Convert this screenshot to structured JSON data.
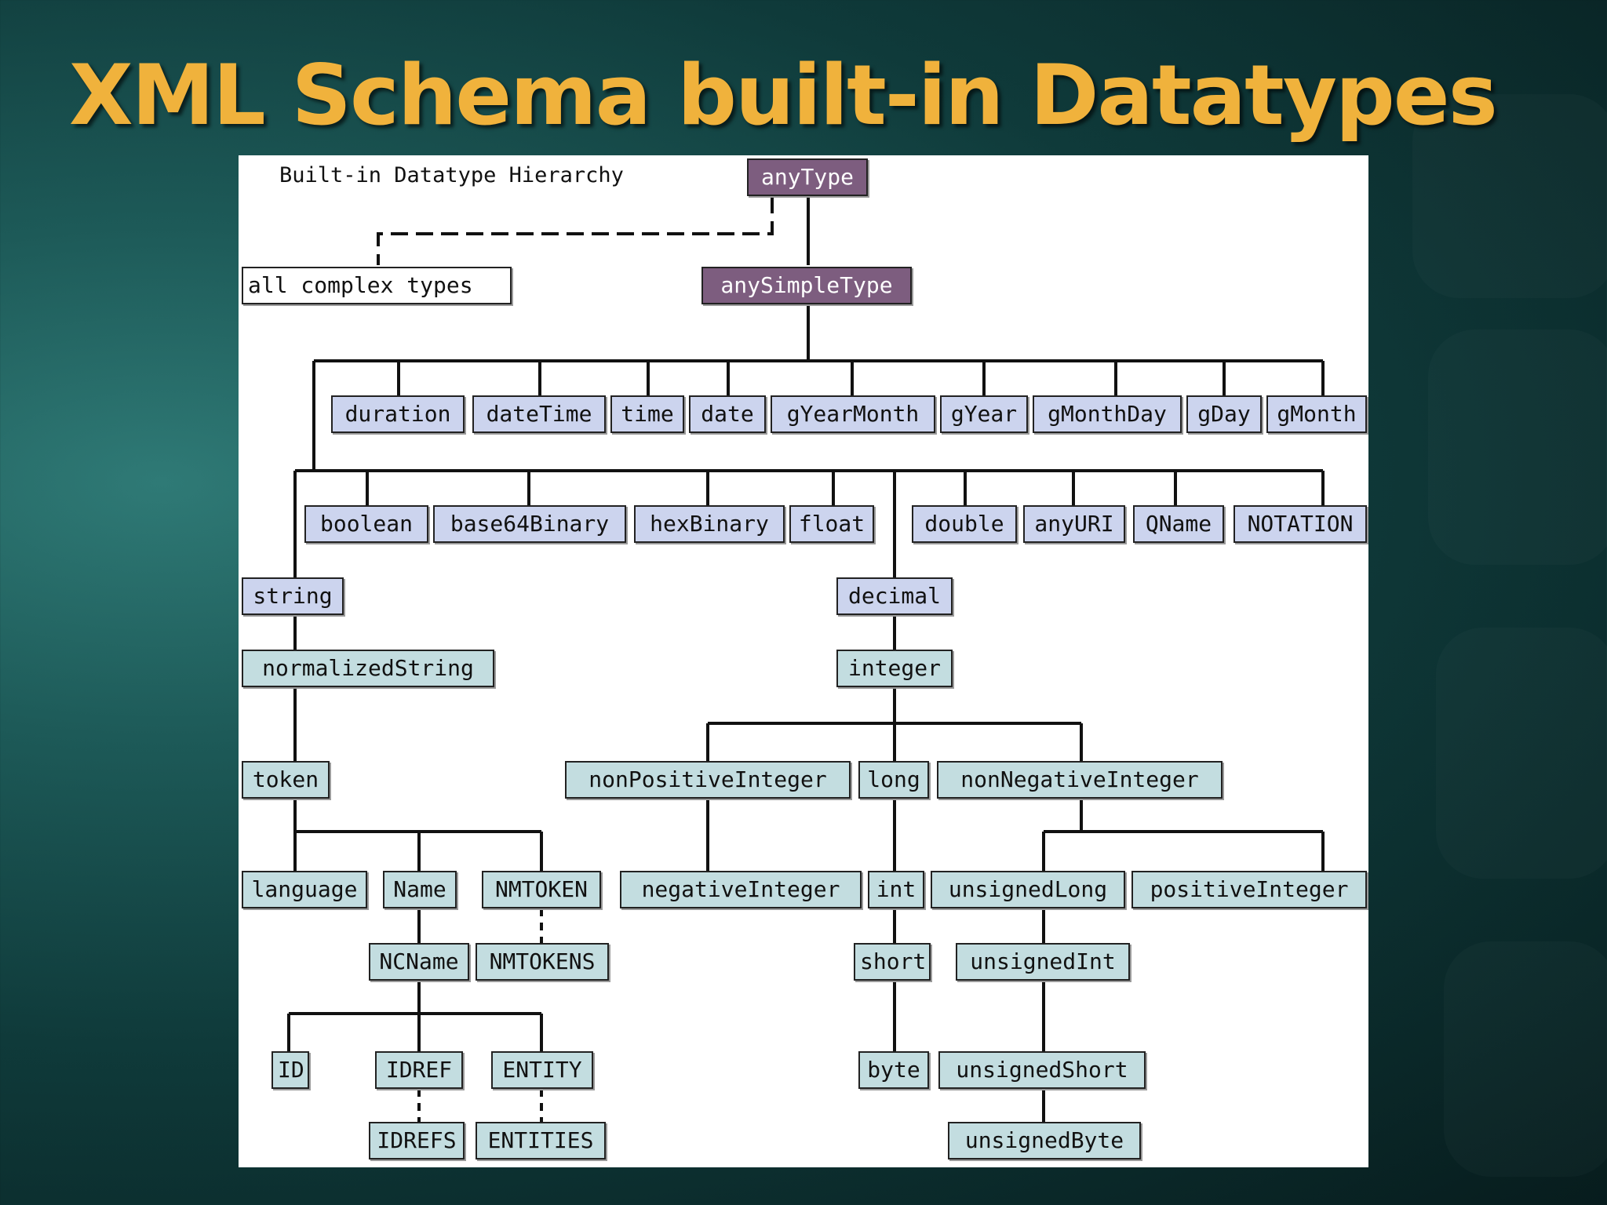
{
  "slide": {
    "title": "XML Schema built-in Datatypes"
  },
  "diagram": {
    "caption": "Built-in Datatype Hierarchy",
    "nodes": {
      "anyType": "anyType",
      "all_complex": "all complex types",
      "anySimpleType": "anySimpleType",
      "duration": "duration",
      "dateTime": "dateTime",
      "time": "time",
      "date": "date",
      "gYearMonth": "gYearMonth",
      "gYear": "gYear",
      "gMonthDay": "gMonthDay",
      "gDay": "gDay",
      "gMonth": "gMonth",
      "boolean": "boolean",
      "base64Binary": "base64Binary",
      "hexBinary": "hexBinary",
      "float": "float",
      "double": "double",
      "anyURI": "anyURI",
      "QName": "QName",
      "NOTATION": "NOTATION",
      "string": "string",
      "decimal": "decimal",
      "normalizedString": "normalizedString",
      "integer": "integer",
      "token": "token",
      "nonPositiveInteger": "nonPositiveInteger",
      "long": "long",
      "nonNegativeInteger": "nonNegativeInteger",
      "language": "language",
      "Name": "Name",
      "NMTOKEN": "NMTOKEN",
      "negativeInteger": "negativeInteger",
      "int": "int",
      "unsignedLong": "unsignedLong",
      "positiveInteger": "positiveInteger",
      "NCName": "NCName",
      "NMTOKENS": "NMTOKENS",
      "short": "short",
      "unsignedInt": "unsignedInt",
      "ID": "ID",
      "IDREF": "IDREF",
      "ENTITY": "ENTITY",
      "byte": "byte",
      "unsignedShort": "unsignedShort",
      "IDREFS": "IDREFS",
      "ENTITIES": "ENTITIES",
      "unsignedByte": "unsignedByte"
    },
    "colors": {
      "root_fill": "#7d5d7f",
      "primitive_fill": "#ccd4ee",
      "derived_fill": "#c3dde0",
      "complex_fill": "#ffffff",
      "line": "#111111",
      "title": "#f0b23c"
    }
  }
}
